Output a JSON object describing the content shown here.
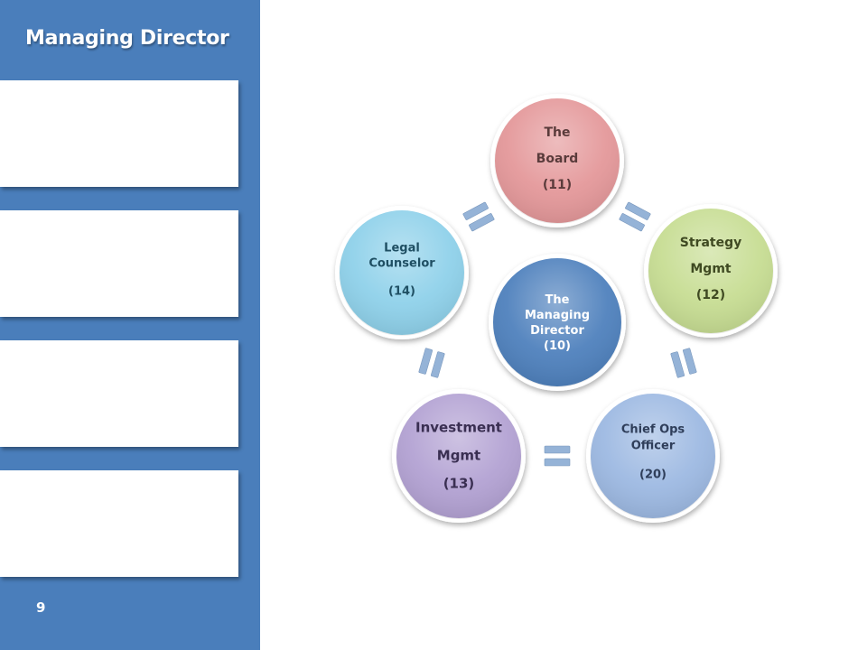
{
  "sidebar": {
    "title": "Managing Director",
    "page_number": "9"
  },
  "diagram": {
    "center": {
      "lines": [
        "The",
        "Managing",
        "Director",
        "(10)"
      ],
      "color": "#4f81bd"
    },
    "nodes": [
      {
        "id": "board",
        "lines": [
          "The",
          "Board",
          "(11)"
        ],
        "color": "#e4989a"
      },
      {
        "id": "strategy",
        "lines": [
          "Strategy",
          "Mgmt",
          "(12)"
        ],
        "color": "#c7dd93"
      },
      {
        "id": "chief-ops",
        "lines": [
          "Chief Ops",
          "Officer",
          "(20)"
        ],
        "color": "#9db9e2"
      },
      {
        "id": "investment",
        "lines": [
          "Investment",
          "Mgmt",
          "(13)"
        ],
        "color": "#b3a2d3"
      },
      {
        "id": "legal",
        "lines": [
          "Legal",
          "Counselor",
          "(14)"
        ],
        "color": "#8fd1ea"
      }
    ],
    "connector_color": "#95b3d7"
  }
}
